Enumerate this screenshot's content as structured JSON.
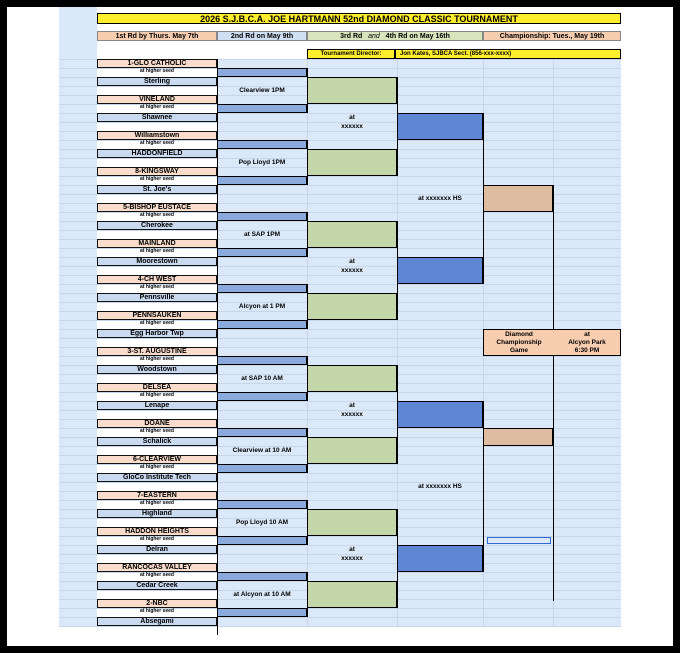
{
  "title": "2026 S.J.B.C.A. JOE HARTMANN 52nd DIAMOND CLASSIC TOURNAMENT",
  "headers": {
    "round1": "1st Rd by Thurs. May 7th",
    "round2": "2nd Rd on May 9th",
    "round3": "3rd Rd",
    "and": "and",
    "round4": "4th Rd on May 16th",
    "championship": "Championship: Tues., May 19th"
  },
  "director": {
    "label": "Tournament Director:",
    "value": "Jon Kates, SJBCA Sect. (856-xxx-xxxx)"
  },
  "higher_seed": "at higher seed",
  "teams": [
    "1-GLO CATHOLIC",
    "Sterling",
    "VINELAND",
    "Shawnee",
    "Williamstown",
    "HADDONFIELD",
    "8-KINGSWAY",
    "St. Joe's",
    "5-BISHOP EUSTACE",
    "Cherokee",
    "MAINLAND",
    "Moorestown",
    "4-CH WEST",
    "Pennsville",
    "PENNSAUKEN",
    "Egg Harbor Twp",
    "3-ST. AUGUSTINE",
    "Woodstown",
    "DELSEA",
    "Lenape",
    "DOANE",
    "Schalick",
    "6-CLEARVIEW",
    "GloCo Institute Tech",
    "7-EASTERN",
    "Highland",
    "HADDON HEIGHTS",
    "Delran",
    "RANCOCAS VALLEY",
    "Cedar Creek",
    "2-NBC",
    "Absegami"
  ],
  "round2_sites": [
    "Clearview 1PM",
    "Pop Lloyd 1PM",
    "at SAP 1PM",
    "Alcyon at 1 PM",
    "at SAP 10 AM",
    "Clearview at 10 AM",
    "Pop Lloyd 10 AM",
    "at Alcyon at 10 AM"
  ],
  "round3_sites": [
    {
      "at": "at",
      "site": "xxxxxx"
    },
    {
      "at": "at",
      "site": "xxxxxx"
    },
    {
      "at": "at",
      "site": "xxxxxx"
    },
    {
      "at": "at",
      "site": "xxxxxx"
    }
  ],
  "round4_sites": [
    "at xxxxxxx HS",
    "at xxxxxxx HS"
  ],
  "championship": {
    "line1": "Diamond",
    "line2": "Championship",
    "line3": "Game",
    "at": "at",
    "venue": "Alcyon Park",
    "time": "6:30 PM"
  },
  "colors": {
    "title_bg": "#ffee2e",
    "header_bg": "#f7cdb0",
    "header2_bg": "#cfe0f5",
    "header3_bg": "#d7e4bc",
    "grid_blue": "#dbe8f7",
    "team_peach": "#f9dccb",
    "team_blue": "#c9daf0",
    "r2_blue": "#8aa9dc",
    "r3_green": "#c3d6a9",
    "r4_blue": "#5f86d3",
    "final_tan": "#dfbc9f"
  }
}
